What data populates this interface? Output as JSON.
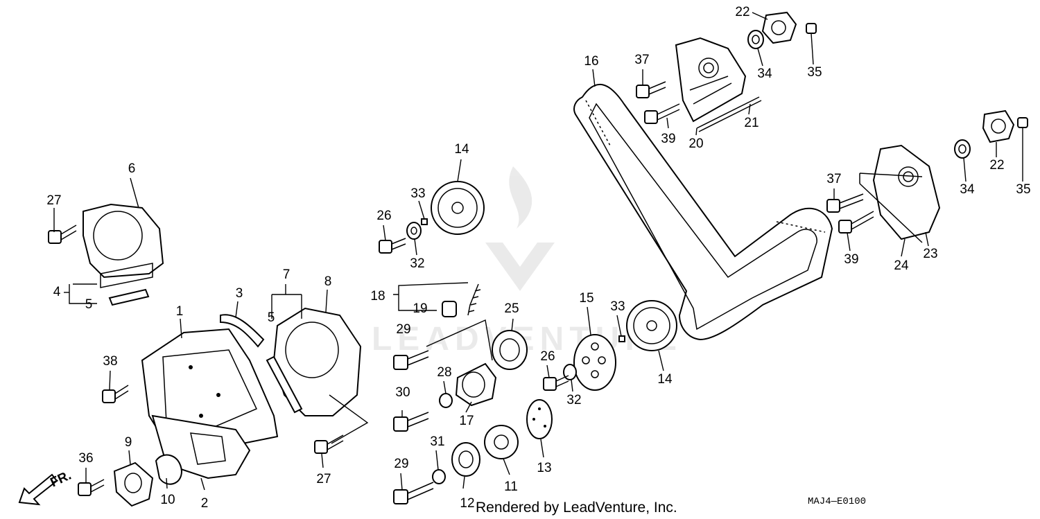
{
  "diagram": {
    "parts": [
      {
        "id": "p1",
        "label": "1"
      },
      {
        "id": "p2",
        "label": "2"
      },
      {
        "id": "p3",
        "label": "3"
      },
      {
        "id": "p4",
        "label": "4"
      },
      {
        "id": "p5a",
        "label": "5"
      },
      {
        "id": "p5b",
        "label": "5"
      },
      {
        "id": "p6",
        "label": "6"
      },
      {
        "id": "p7",
        "label": "7"
      },
      {
        "id": "p8",
        "label": "8"
      },
      {
        "id": "p9",
        "label": "9"
      },
      {
        "id": "p10",
        "label": "10"
      },
      {
        "id": "p11",
        "label": "11"
      },
      {
        "id": "p12",
        "label": "12"
      },
      {
        "id": "p13",
        "label": "13"
      },
      {
        "id": "p14a",
        "label": "14"
      },
      {
        "id": "p14b",
        "label": "14"
      },
      {
        "id": "p15",
        "label": "15"
      },
      {
        "id": "p16",
        "label": "16"
      },
      {
        "id": "p17",
        "label": "17"
      },
      {
        "id": "p18",
        "label": "18"
      },
      {
        "id": "p19",
        "label": "19"
      },
      {
        "id": "p20",
        "label": "20"
      },
      {
        "id": "p21",
        "label": "21"
      },
      {
        "id": "p22a",
        "label": "22"
      },
      {
        "id": "p22b",
        "label": "22"
      },
      {
        "id": "p23",
        "label": "23"
      },
      {
        "id": "p24",
        "label": "24"
      },
      {
        "id": "p25",
        "label": "25"
      },
      {
        "id": "p26a",
        "label": "26"
      },
      {
        "id": "p26b",
        "label": "26"
      },
      {
        "id": "p27a",
        "label": "27"
      },
      {
        "id": "p27b",
        "label": "27"
      },
      {
        "id": "p28",
        "label": "28"
      },
      {
        "id": "p29a",
        "label": "29"
      },
      {
        "id": "p29b",
        "label": "29"
      },
      {
        "id": "p30",
        "label": "30"
      },
      {
        "id": "p31",
        "label": "31"
      },
      {
        "id": "p32a",
        "label": "32"
      },
      {
        "id": "p32b",
        "label": "32"
      },
      {
        "id": "p33a",
        "label": "33"
      },
      {
        "id": "p33b",
        "label": "33"
      },
      {
        "id": "p34a",
        "label": "34"
      },
      {
        "id": "p34b",
        "label": "34"
      },
      {
        "id": "p35a",
        "label": "35"
      },
      {
        "id": "p35b",
        "label": "35"
      },
      {
        "id": "p36",
        "label": "36"
      },
      {
        "id": "p37a",
        "label": "37"
      },
      {
        "id": "p37b",
        "label": "37"
      },
      {
        "id": "p38",
        "label": "38"
      },
      {
        "id": "p39a",
        "label": "39"
      },
      {
        "id": "p39b",
        "label": "39"
      }
    ],
    "front_label": "FR.",
    "footer": "Rendered by LeadVenture, Inc.",
    "code": "MAJ4—E0100",
    "watermark": "LEADVENTURE"
  }
}
